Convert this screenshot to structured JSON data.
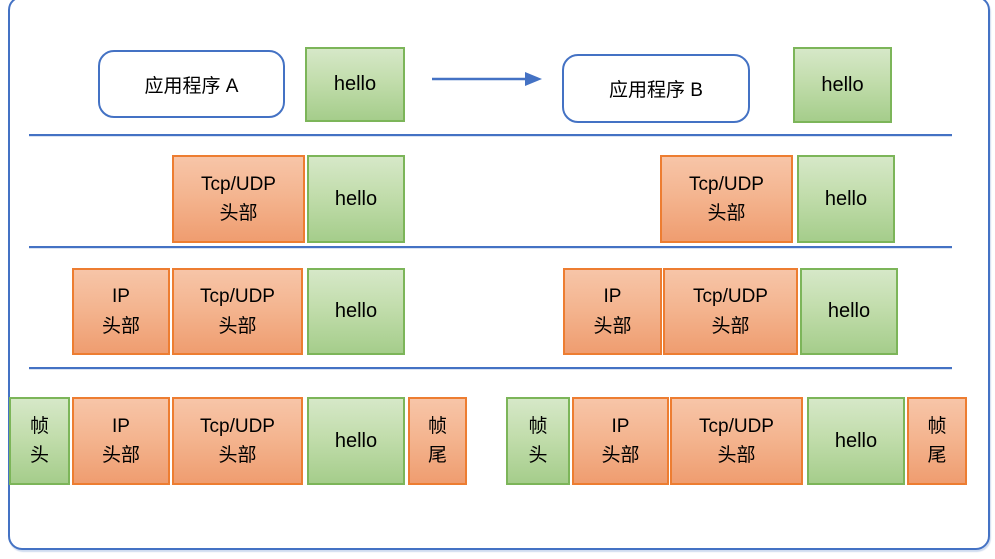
{
  "diagram": {
    "description": "network-packet-encapsulation-diagram",
    "colors": {
      "accent_blue": "#4472C4",
      "green_fill_top": "#D6E8C8",
      "green_fill_bottom": "#A5CD8B",
      "green_border": "#7CB559",
      "orange_fill_top": "#F7C5A8",
      "orange_fill_bottom": "#EF9D70",
      "orange_border": "#ED7D31"
    },
    "labels": {
      "app_a": "应用程序 A",
      "app_b": "应用程序 B",
      "hello": "hello",
      "tcp_udp": {
        "l1": "Tcp/UDP",
        "l2": "头部"
      },
      "ip": {
        "l1": "IP",
        "l2": "头部"
      },
      "frame_head": {
        "l1": "帧",
        "l2": "头"
      },
      "frame_tail": {
        "l1": "帧",
        "l2": "尾"
      }
    }
  }
}
